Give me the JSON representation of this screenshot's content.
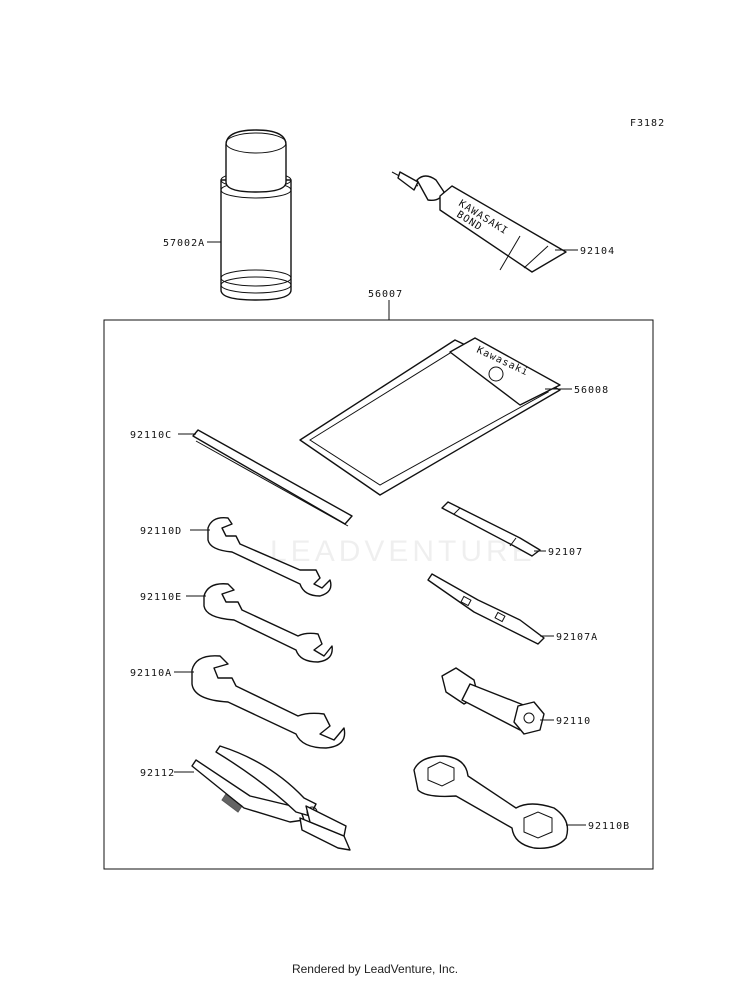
{
  "diagram": {
    "code": "F3182",
    "watermark": "LEADVENTURE",
    "labels": {
      "spray_can": "57002A",
      "bond_tube": "92104",
      "tool_kit": "56007",
      "tool_bag": "56008",
      "rod": "92110C",
      "wrench_d": "92110D",
      "wrench_e": "92110E",
      "wrench_a": "92110A",
      "pliers": "92112",
      "driver_phillips": "92107",
      "driver_combo": "92107A",
      "socket": "92110",
      "ring_wrench": "92110B"
    },
    "tube_text": [
      "KAWASAKI",
      "BOND"
    ],
    "bag_text": "Kawasaki"
  },
  "footer": {
    "credit": "Rendered by LeadVenture, Inc."
  }
}
